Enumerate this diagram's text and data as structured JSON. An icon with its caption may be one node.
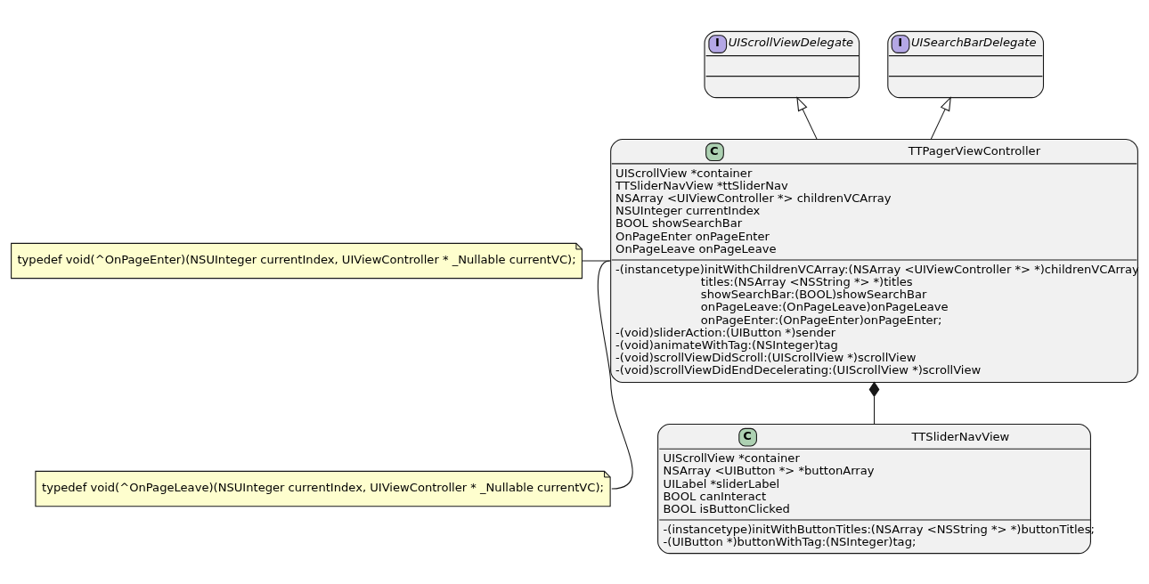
{
  "diagram": {
    "nodes": [
      {
        "text": [
          "I",
          "UIScrollViewDelegate"
        ]
      },
      {
        "text": [
          "I",
          "UISearchBarDelegate"
        ]
      },
      {
        "text": [
          "C",
          "TTPagerViewController",
          "UIScrollView *container",
          "TTSliderNavView *ttSliderNav",
          "NSArray <UIViewController *> childrenVCArray",
          "NSUInteger currentIndex",
          "BOOL showSearchBar",
          "OnPageEnter onPageEnter",
          "OnPageLeave onPageLeave",
          "-(instancetype)initWithChildrenVCArray:(NSArray <UIViewController *> *)childrenVCArray",
          "titles:(NSArray <NSString *> *)titles",
          "showSearchBar:(BOOL)showSearchBar",
          "onPageLeave:(OnPageLeave)onPageLeave",
          "onPageEnter:(OnPageEnter)onPageEnter;",
          "-(void)sliderAction:(UIButton *)sender",
          "-(void)animateWithTag:(NSInteger)tag",
          "-(void)scrollViewDidScroll:(UIScrollView *)scrollView",
          "-(void)scrollViewDidEndDecelerating:(UIScrollView *)scrollView"
        ]
      },
      {
        "text": [
          "C",
          "TTSliderNavView",
          "UIScrollView *container",
          "NSArray <UIButton *> *buttonArray",
          "UILabel *sliderLabel",
          "BOOL canInteract",
          "BOOL isButtonClicked",
          "-(instancetype)initWithButtonTitles:(NSArray <NSString *> *)buttonTitles;",
          "-(UIButton *)buttonWithTag:(NSInteger)tag;"
        ]
      },
      {
        "text": [
          "typedef void(^OnPageEnter)(NSUInteger currentIndex, UIViewController * _Nullable currentVC);"
        ]
      },
      {
        "text": [
          "typedef void(^OnPageLeave)(NSUInteger currentIndex, UIViewController * _Nullable currentVC);"
        ]
      }
    ],
    "edges": [
      {
        "from": 2,
        "to": 0,
        "arrow": "to"
      },
      {
        "from": 2,
        "to": 1,
        "arrow": "to"
      },
      {
        "from": 2,
        "to": 3,
        "arrow": "other"
      },
      {
        "from": 4,
        "to": 2,
        "arrow": "none"
      },
      {
        "from": 5,
        "to": 2,
        "arrow": "none"
      }
    ]
  }
}
